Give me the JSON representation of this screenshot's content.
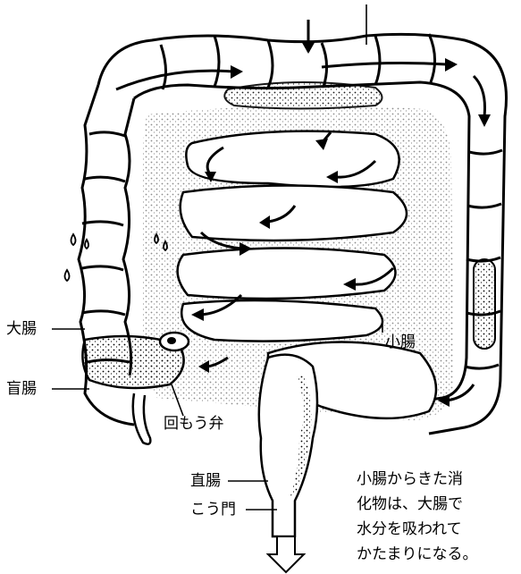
{
  "labels": {
    "large_intestine": "大腸",
    "cecum": "盲腸",
    "small_intestine": "小腸",
    "ileocecal_valve": "回もう弁",
    "rectum": "直腸",
    "anus": "こう門"
  },
  "caption": {
    "lines": [
      "小腸からきた消",
      "化物は、大腸で",
      "水分を吸われて",
      "かたまりになる。"
    ]
  }
}
